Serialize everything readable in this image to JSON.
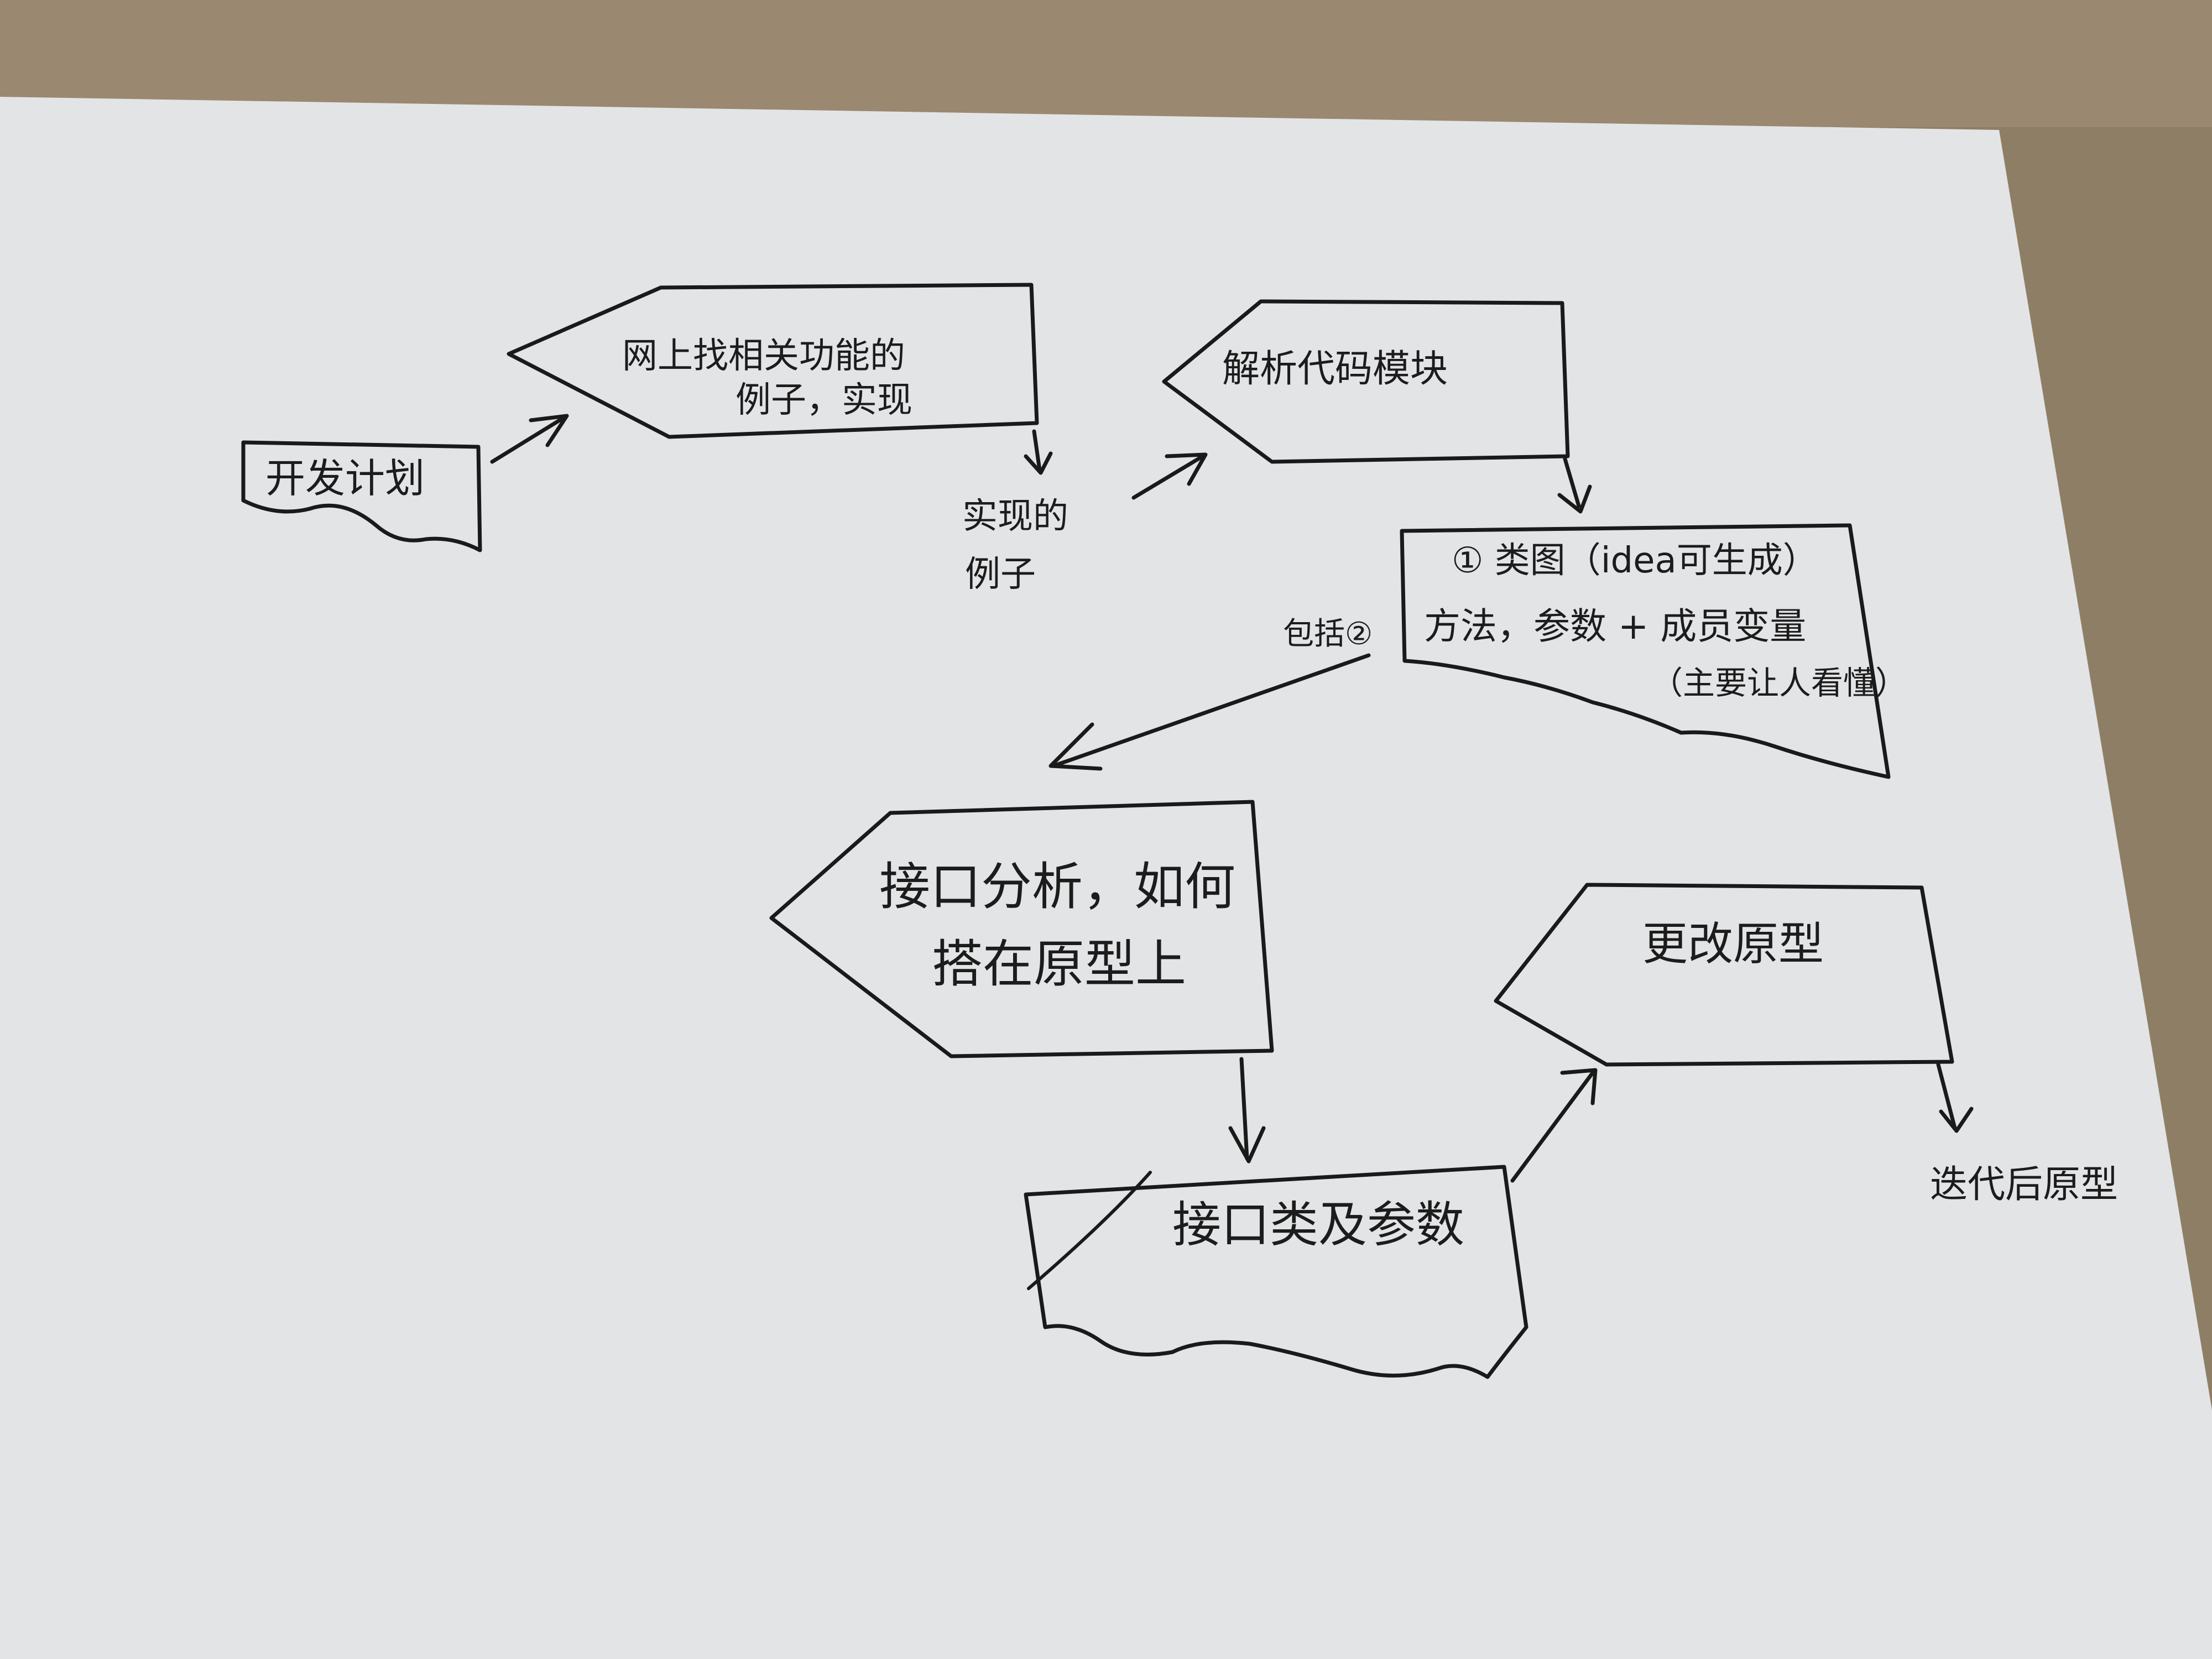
{
  "colors": {
    "desk": "#8f7e66",
    "paper": "#e4e5e7",
    "ink": "#1a1a1a"
  },
  "nodes": {
    "plan": "开发计划",
    "search_line1": "网上找相关功能的",
    "search_line2": "例子，实现",
    "example_line1": "实现的",
    "example_line2": "例子",
    "parse": "解析代码模块",
    "classdiagram_line1": "① 类图（idea可生成）",
    "classdiagram_line2": "方法，参数 + 成员变量",
    "classdiagram_line3": "（主要让人看懂）",
    "includes": "包括②",
    "interface_line1": "接口分析，如何",
    "interface_line2": "搭在原型上",
    "params": "接口类及参数",
    "modify": "更改原型",
    "iterate": "迭代后原型"
  }
}
